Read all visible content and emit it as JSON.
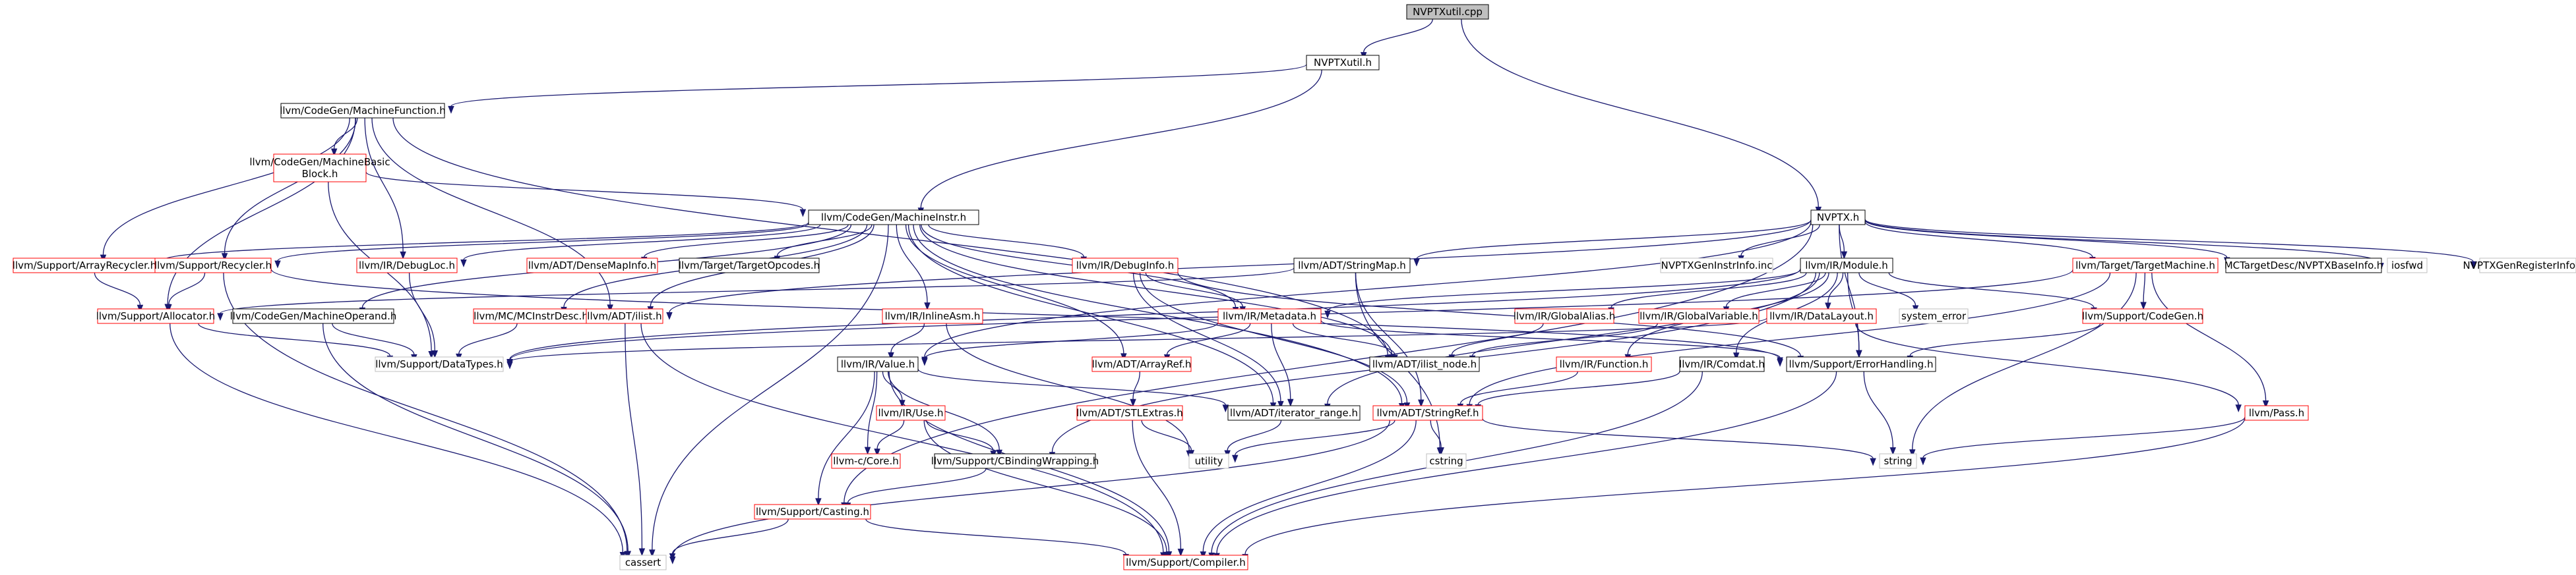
{
  "diagram": {
    "nodes": [
      {
        "id": "root",
        "label": "NVPTXutil.cpp",
        "style": "root"
      },
      {
        "id": "nvptxutil",
        "label": "NVPTXutil.h",
        "style": "black"
      },
      {
        "id": "machfunc",
        "label": "llvm/CodeGen/MachineFunction.h",
        "style": "black"
      },
      {
        "id": "nvptx",
        "label": "NVPTX.h",
        "style": "black"
      },
      {
        "id": "machbb",
        "label": [
          "llvm/CodeGen/MachineBasic",
          "Block.h"
        ],
        "style": "red"
      },
      {
        "id": "machinstr",
        "label": "llvm/CodeGen/MachineInstr.h",
        "style": "black"
      },
      {
        "id": "arrayrecycler",
        "label": "llvm/Support/ArrayRecycler.h",
        "style": "red"
      },
      {
        "id": "recycler",
        "label": "llvm/Support/Recycler.h",
        "style": "red"
      },
      {
        "id": "debugloc",
        "label": "llvm/IR/DebugLoc.h",
        "style": "red"
      },
      {
        "id": "densemapinfo",
        "label": "llvm/ADT/DenseMapInfo.h",
        "style": "red"
      },
      {
        "id": "targetopcodes",
        "label": "llvm/Target/TargetOpcodes.h",
        "style": "black"
      },
      {
        "id": "debuginfo",
        "label": "llvm/IR/DebugInfo.h",
        "style": "red"
      },
      {
        "id": "stringmap",
        "label": "llvm/ADT/StringMap.h",
        "style": "black"
      },
      {
        "id": "genintr",
        "label": "NVPTXGenInstrInfo.inc",
        "style": "gray"
      },
      {
        "id": "module",
        "label": "llvm/IR/Module.h",
        "style": "black"
      },
      {
        "id": "targetmachine",
        "label": "llvm/Target/TargetMachine.h",
        "style": "red"
      },
      {
        "id": "baseinfo",
        "label": "MCTargetDesc/NVPTXBaseInfo.h",
        "style": "black"
      },
      {
        "id": "iosfwd",
        "label": "iosfwd",
        "style": "gray"
      },
      {
        "id": "genreg",
        "label": "NVPTXGenRegisterInfo.inc",
        "style": "gray"
      },
      {
        "id": "allocator",
        "label": "llvm/Support/Allocator.h",
        "style": "red"
      },
      {
        "id": "machoperand",
        "label": "llvm/CodeGen/MachineOperand.h",
        "style": "black"
      },
      {
        "id": "mcinstrdesc",
        "label": "llvm/MC/MCInstrDesc.h",
        "style": "red"
      },
      {
        "id": "ilist",
        "label": "llvm/ADT/ilist.h",
        "style": "red"
      },
      {
        "id": "inlineasm",
        "label": "llvm/IR/InlineAsm.h",
        "style": "red"
      },
      {
        "id": "metadata",
        "label": "llvm/IR/Metadata.h",
        "style": "red"
      },
      {
        "id": "globalalias",
        "label": "llvm/IR/GlobalAlias.h",
        "style": "red"
      },
      {
        "id": "globalvar",
        "label": "llvm/IR/GlobalVariable.h",
        "style": "red"
      },
      {
        "id": "datalayout",
        "label": "llvm/IR/DataLayout.h",
        "style": "red"
      },
      {
        "id": "systemerror",
        "label": "system_error",
        "style": "gray"
      },
      {
        "id": "supcodegen",
        "label": "llvm/Support/CodeGen.h",
        "style": "red"
      },
      {
        "id": "datatypes",
        "label": "llvm/Support/DataTypes.h",
        "style": "gray"
      },
      {
        "id": "value",
        "label": "llvm/IR/Value.h",
        "style": "black"
      },
      {
        "id": "arrayref",
        "label": "llvm/ADT/ArrayRef.h",
        "style": "red"
      },
      {
        "id": "ilistnode",
        "label": "llvm/ADT/ilist_node.h",
        "style": "black"
      },
      {
        "id": "irfunction",
        "label": "llvm/IR/Function.h",
        "style": "red"
      },
      {
        "id": "comdat",
        "label": "llvm/IR/Comdat.h",
        "style": "black"
      },
      {
        "id": "errorhandling",
        "label": "llvm/Support/ErrorHandling.h",
        "style": "black"
      },
      {
        "id": "use",
        "label": "llvm/IR/Use.h",
        "style": "red"
      },
      {
        "id": "stlextras",
        "label": "llvm/ADT/STLExtras.h",
        "style": "red"
      },
      {
        "id": "iterrange",
        "label": "llvm/ADT/iterator_range.h",
        "style": "black"
      },
      {
        "id": "stringref",
        "label": "llvm/ADT/StringRef.h",
        "style": "red"
      },
      {
        "id": "pass",
        "label": "llvm/Pass.h",
        "style": "red"
      },
      {
        "id": "ccore",
        "label": "llvm-c/Core.h",
        "style": "red"
      },
      {
        "id": "cbinding",
        "label": "llvm/Support/CBindingWrapping.h",
        "style": "black"
      },
      {
        "id": "utility",
        "label": "utility",
        "style": "gray"
      },
      {
        "id": "cstring",
        "label": "cstring",
        "style": "gray"
      },
      {
        "id": "string",
        "label": "string",
        "style": "gray"
      },
      {
        "id": "casting",
        "label": "llvm/Support/Casting.h",
        "style": "red"
      },
      {
        "id": "cassert",
        "label": "cassert",
        "style": "gray"
      },
      {
        "id": "compiler",
        "label": "llvm/Support/Compiler.h",
        "style": "red"
      }
    ],
    "edges": [
      [
        "root",
        "nvptxutil"
      ],
      [
        "root",
        "nvptx"
      ],
      [
        "nvptxutil",
        "machfunc"
      ],
      [
        "nvptxutil",
        "machinstr"
      ],
      [
        "machfunc",
        "machbb"
      ],
      [
        "machfunc",
        "arrayrecycler"
      ],
      [
        "machfunc",
        "recycler"
      ],
      [
        "machfunc",
        "debugloc"
      ],
      [
        "machfunc",
        "ilist"
      ],
      [
        "machfunc",
        "allocator"
      ],
      [
        "machfunc",
        "ilistnode"
      ],
      [
        "machbb",
        "machinstr"
      ],
      [
        "machbb",
        "datatypes"
      ],
      [
        "machinstr",
        "arrayrecycler"
      ],
      [
        "machinstr",
        "recycler"
      ],
      [
        "machinstr",
        "debugloc"
      ],
      [
        "machinstr",
        "densemapinfo"
      ],
      [
        "machinstr",
        "targetopcodes"
      ],
      [
        "machinstr",
        "debuginfo"
      ],
      [
        "machinstr",
        "machoperand"
      ],
      [
        "machinstr",
        "mcinstrdesc"
      ],
      [
        "machinstr",
        "ilist"
      ],
      [
        "machinstr",
        "inlineasm"
      ],
      [
        "machinstr",
        "metadata"
      ],
      [
        "machinstr",
        "arrayref"
      ],
      [
        "machinstr",
        "ilistnode"
      ],
      [
        "machinstr",
        "iterrange"
      ],
      [
        "machinstr",
        "stringref"
      ],
      [
        "machinstr",
        "cassert"
      ],
      [
        "arrayrecycler",
        "allocator"
      ],
      [
        "recycler",
        "allocator"
      ],
      [
        "recycler",
        "errorhandling"
      ],
      [
        "recycler",
        "cassert"
      ],
      [
        "debugloc",
        "datatypes"
      ],
      [
        "debuginfo",
        "metadata"
      ],
      [
        "debuginfo",
        "iterrange"
      ],
      [
        "debuginfo",
        "stringref"
      ],
      [
        "debuginfo",
        "errorhandling"
      ],
      [
        "nvptx",
        "stringmap"
      ],
      [
        "nvptx",
        "genintr"
      ],
      [
        "nvptx",
        "module"
      ],
      [
        "nvptx",
        "targetmachine"
      ],
      [
        "nvptx",
        "baseinfo"
      ],
      [
        "nvptx",
        "iosfwd"
      ],
      [
        "nvptx",
        "genreg"
      ],
      [
        "nvptx",
        "ilist"
      ],
      [
        "nvptx",
        "casting"
      ],
      [
        "nvptx",
        "errorhandling"
      ],
      [
        "nvptx",
        "value"
      ],
      [
        "stringmap",
        "allocator"
      ],
      [
        "stringmap",
        "stringref"
      ],
      [
        "stringmap",
        "cstring"
      ],
      [
        "module",
        "globalalias"
      ],
      [
        "module",
        "globalvar"
      ],
      [
        "module",
        "datalayout"
      ],
      [
        "module",
        "systemerror"
      ],
      [
        "module",
        "supcodegen"
      ],
      [
        "module",
        "metadata"
      ],
      [
        "module",
        "irfunction"
      ],
      [
        "module",
        "comdat"
      ],
      [
        "module",
        "iterrange"
      ],
      [
        "module",
        "errorhandling"
      ],
      [
        "module",
        "datatypes"
      ],
      [
        "module",
        "cbinding"
      ],
      [
        "targetmachine",
        "supcodegen"
      ],
      [
        "targetmachine",
        "pass"
      ],
      [
        "targetmachine",
        "stringref"
      ],
      [
        "targetmachine",
        "string"
      ],
      [
        "targetmachine",
        "datatypes"
      ],
      [
        "allocator",
        "datatypes"
      ],
      [
        "allocator",
        "cassert"
      ],
      [
        "machoperand",
        "datatypes"
      ],
      [
        "machoperand",
        "cassert"
      ],
      [
        "mcinstrdesc",
        "datatypes"
      ],
      [
        "ilist",
        "cassert"
      ],
      [
        "ilist",
        "compiler"
      ],
      [
        "inlineasm",
        "value"
      ],
      [
        "inlineasm",
        "utility"
      ],
      [
        "metadata",
        "value"
      ],
      [
        "metadata",
        "arrayref"
      ],
      [
        "metadata",
        "ilistnode"
      ],
      [
        "metadata",
        "iterrange"
      ],
      [
        "metadata",
        "errorhandling"
      ],
      [
        "globalalias",
        "ilistnode"
      ],
      [
        "globalvar",
        "ilistnode"
      ],
      [
        "datalayout",
        "pass"
      ],
      [
        "datalayout",
        "datatypes"
      ],
      [
        "supcodegen",
        "errorhandling"
      ],
      [
        "value",
        "use"
      ],
      [
        "value",
        "ccore"
      ],
      [
        "value",
        "cbinding"
      ],
      [
        "value",
        "casting"
      ],
      [
        "value",
        "iterrange"
      ],
      [
        "value",
        "compiler"
      ],
      [
        "arrayref",
        "stlextras"
      ],
      [
        "irfunction",
        "stringref"
      ],
      [
        "comdat",
        "stringref"
      ],
      [
        "comdat",
        "compiler"
      ],
      [
        "errorhandling",
        "string"
      ],
      [
        "errorhandling",
        "compiler"
      ],
      [
        "use",
        "ccore"
      ],
      [
        "use",
        "cbinding"
      ],
      [
        "use",
        "compiler"
      ],
      [
        "stlextras",
        "utility"
      ],
      [
        "stlextras",
        "compiler"
      ],
      [
        "iterrange",
        "utility"
      ],
      [
        "stringref",
        "utility"
      ],
      [
        "stringref",
        "cstring"
      ],
      [
        "stringref",
        "string"
      ],
      [
        "stringref",
        "cassert"
      ],
      [
        "stringref",
        "compiler"
      ],
      [
        "pass",
        "string"
      ],
      [
        "pass",
        "compiler"
      ],
      [
        "cbinding",
        "casting"
      ],
      [
        "casting",
        "cassert"
      ],
      [
        "casting",
        "compiler"
      ]
    ]
  }
}
